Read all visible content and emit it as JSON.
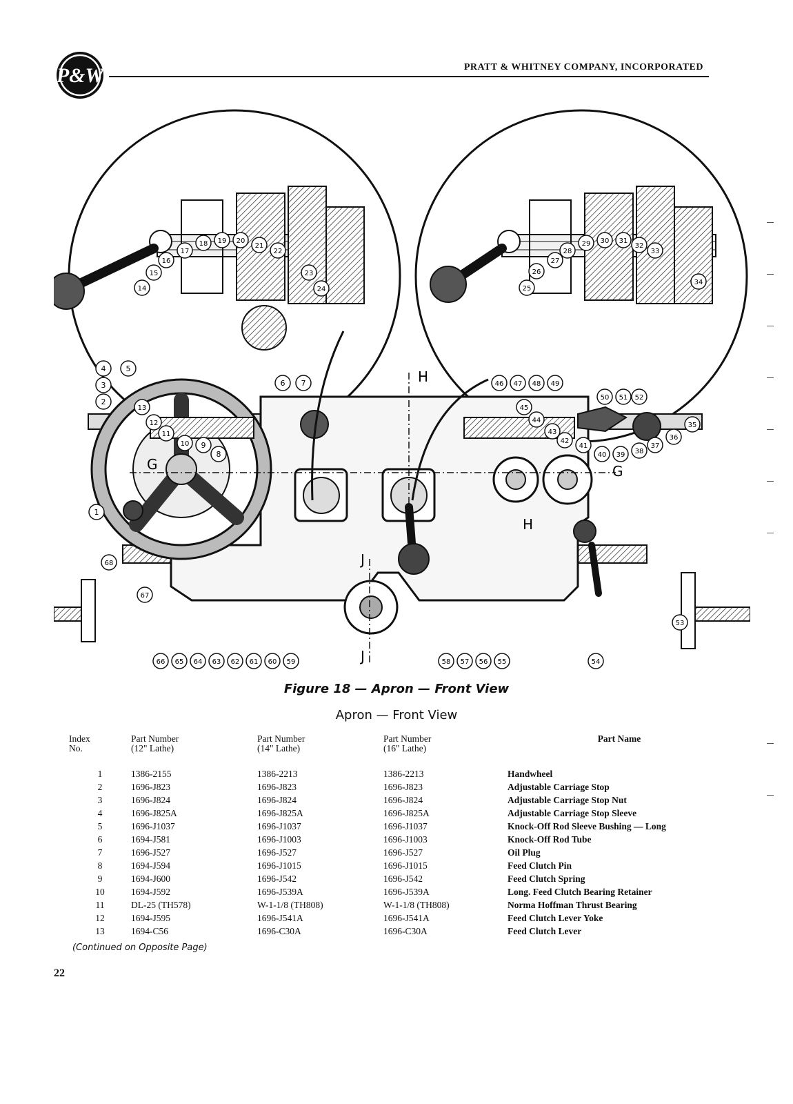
{
  "header": {
    "logo": "P&W",
    "company": "PRATT & WHITNEY COMPANY, INCORPORATED"
  },
  "figure": {
    "callouts": [
      "1",
      "2",
      "3",
      "4",
      "5",
      "6",
      "7",
      "8",
      "9",
      "10",
      "11",
      "12",
      "13",
      "14",
      "15",
      "16",
      "17",
      "18",
      "19",
      "20",
      "21",
      "22",
      "23",
      "24",
      "25",
      "26",
      "27",
      "28",
      "29",
      "30",
      "31",
      "32",
      "33",
      "34",
      "35",
      "36",
      "37",
      "38",
      "39",
      "40",
      "41",
      "42",
      "43",
      "44",
      "45",
      "46",
      "47",
      "48",
      "49",
      "50",
      "51",
      "52",
      "53",
      "54",
      "55",
      "56",
      "57",
      "58",
      "59",
      "60",
      "61",
      "62",
      "63",
      "64",
      "65",
      "66",
      "67",
      "68"
    ],
    "section_labels": [
      "H",
      "H",
      "G",
      "G",
      "J",
      "J"
    ]
  },
  "caption": "Figure 18 — Apron — Front View",
  "table": {
    "title": "Apron — Front View",
    "headers": {
      "index_line1": "Index",
      "index_line2": "No.",
      "pn12_line1": "Part Number",
      "pn12_line2": "(12\" Lathe)",
      "pn14_line1": "Part Number",
      "pn14_line2": "(14\" Lathe)",
      "pn16_line1": "Part Number",
      "pn16_line2": "(16\" Lathe)",
      "name": "Part Name"
    },
    "rows": [
      {
        "index": "1",
        "pn12": "1386-2155",
        "pn14": "1386-2213",
        "pn16": "1386-2213",
        "name": "Handwheel"
      },
      {
        "index": "2",
        "pn12": "1696-J823",
        "pn14": "1696-J823",
        "pn16": "1696-J823",
        "name": "Adjustable Carriage Stop"
      },
      {
        "index": "3",
        "pn12": "1696-J824",
        "pn14": "1696-J824",
        "pn16": "1696-J824",
        "name": "Adjustable Carriage Stop Nut"
      },
      {
        "index": "4",
        "pn12": "1696-J825A",
        "pn14": "1696-J825A",
        "pn16": "1696-J825A",
        "name": "Adjustable Carriage Stop Sleeve"
      },
      {
        "index": "5",
        "pn12": "1696-J1037",
        "pn14": "1696-J1037",
        "pn16": "1696-J1037",
        "name": "Knock-Off Rod Sleeve Bushing — Long"
      },
      {
        "index": "6",
        "pn12": "1694-J581",
        "pn14": "1696-J1003",
        "pn16": "1696-J1003",
        "name": "Knock-Off Rod Tube"
      },
      {
        "index": "7",
        "pn12": "1696-J527",
        "pn14": "1696-J527",
        "pn16": "1696-J527",
        "name": "Oil Plug"
      },
      {
        "index": "8",
        "pn12": "1694-J594",
        "pn14": "1696-J1015",
        "pn16": "1696-J1015",
        "name": "Feed Clutch Pin"
      },
      {
        "index": "9",
        "pn12": "1694-J600",
        "pn14": "1696-J542",
        "pn16": "1696-J542",
        "name": "Feed Clutch Spring"
      },
      {
        "index": "10",
        "pn12": "1694-J592",
        "pn14": "1696-J539A",
        "pn16": "1696-J539A",
        "name": "Long. Feed Clutch Bearing Retainer"
      },
      {
        "index": "11",
        "pn12": "DL-25 (TH578)",
        "pn14": "W-1-1/8 (TH808)",
        "pn16": "W-1-1/8 (TH808)",
        "name": "Norma Hoffman Thrust Bearing"
      },
      {
        "index": "12",
        "pn12": "1694-J595",
        "pn14": "1696-J541A",
        "pn16": "1696-J541A",
        "name": "Feed Clutch Lever Yoke"
      },
      {
        "index": "13",
        "pn12": "1694-C56",
        "pn14": "1696-C30A",
        "pn16": "1696-C30A",
        "name": "Feed Clutch Lever"
      }
    ]
  },
  "continued": "(Continued on Opposite Page)",
  "page_number": "22"
}
